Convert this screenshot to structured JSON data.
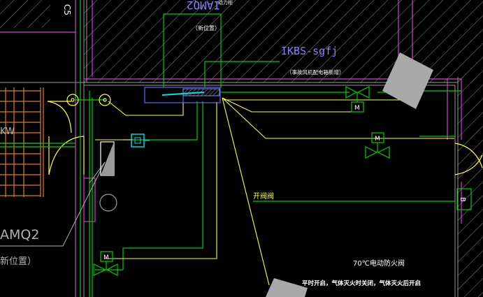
{
  "labels": {
    "amq2_top": "IAMQ2",
    "amq2_top_suffix": "动力柜",
    "new_position_top": "（新位置）",
    "ikbs": "IKBS-sgfj",
    "fire_smoke_panel": "（事故风机配电箱新增）",
    "c5": "C5",
    "kw": "KW",
    "amq2_left": "AMQ2",
    "new_position_left": "新位置）",
    "open_valve": "开阀阀",
    "fire_damper": "70℃电动防火阀",
    "fire_damper_note": "平时开启，气体灭火时关闭，气体灭火后开启",
    "b_mark": "B",
    "motor": "M"
  },
  "colors": {
    "background": "#000000",
    "wall": "#9a9a9a",
    "boundary": "#cc44cc",
    "pipe": "#00cc00",
    "control": "#ffff33",
    "duct": "#5a6bff",
    "fan_box": "#00e5e5"
  }
}
